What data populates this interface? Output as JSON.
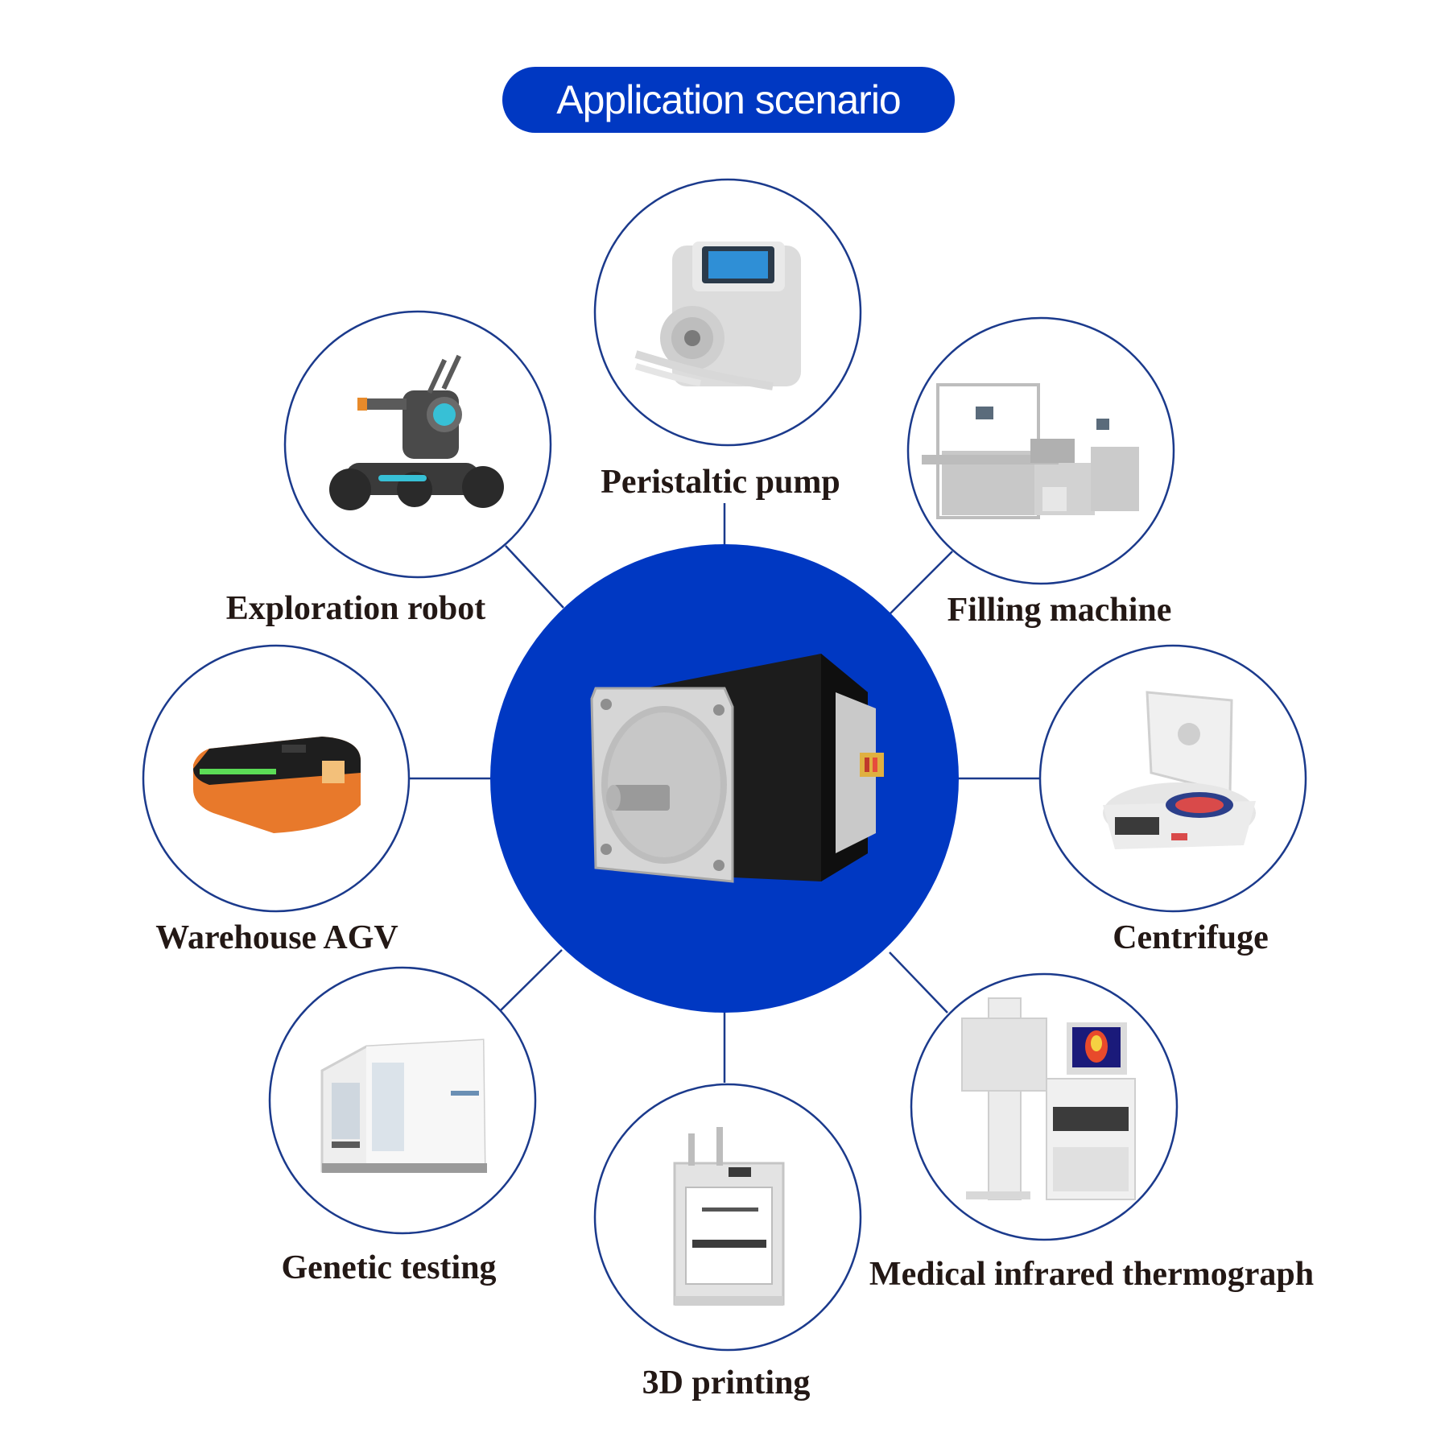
{
  "title": "Application scenario",
  "colors": {
    "accent": "#0038c2",
    "ring": "#1b3a8c",
    "text": "#231815"
  },
  "center": {
    "icon": "stepper-motor-icon"
  },
  "applications": [
    {
      "id": "peristaltic-pump",
      "label": "Peristaltic pump",
      "icon": "peristaltic-pump-icon"
    },
    {
      "id": "filling-machine",
      "label": "Filling machine",
      "icon": "filling-machine-icon"
    },
    {
      "id": "centrifuge",
      "label": "Centrifuge",
      "icon": "centrifuge-icon"
    },
    {
      "id": "medical-infrared-thermograph",
      "label": "Medical infrared thermograph",
      "icon": "thermograph-icon"
    },
    {
      "id": "3d-printing",
      "label": "3D printing",
      "icon": "3d-printer-icon"
    },
    {
      "id": "genetic-testing",
      "label": "Genetic testing",
      "icon": "genetic-testing-icon"
    },
    {
      "id": "warehouse-agv",
      "label": "Warehouse AGV",
      "icon": "agv-icon"
    },
    {
      "id": "exploration-robot",
      "label": "Exploration robot",
      "icon": "robot-icon"
    }
  ]
}
